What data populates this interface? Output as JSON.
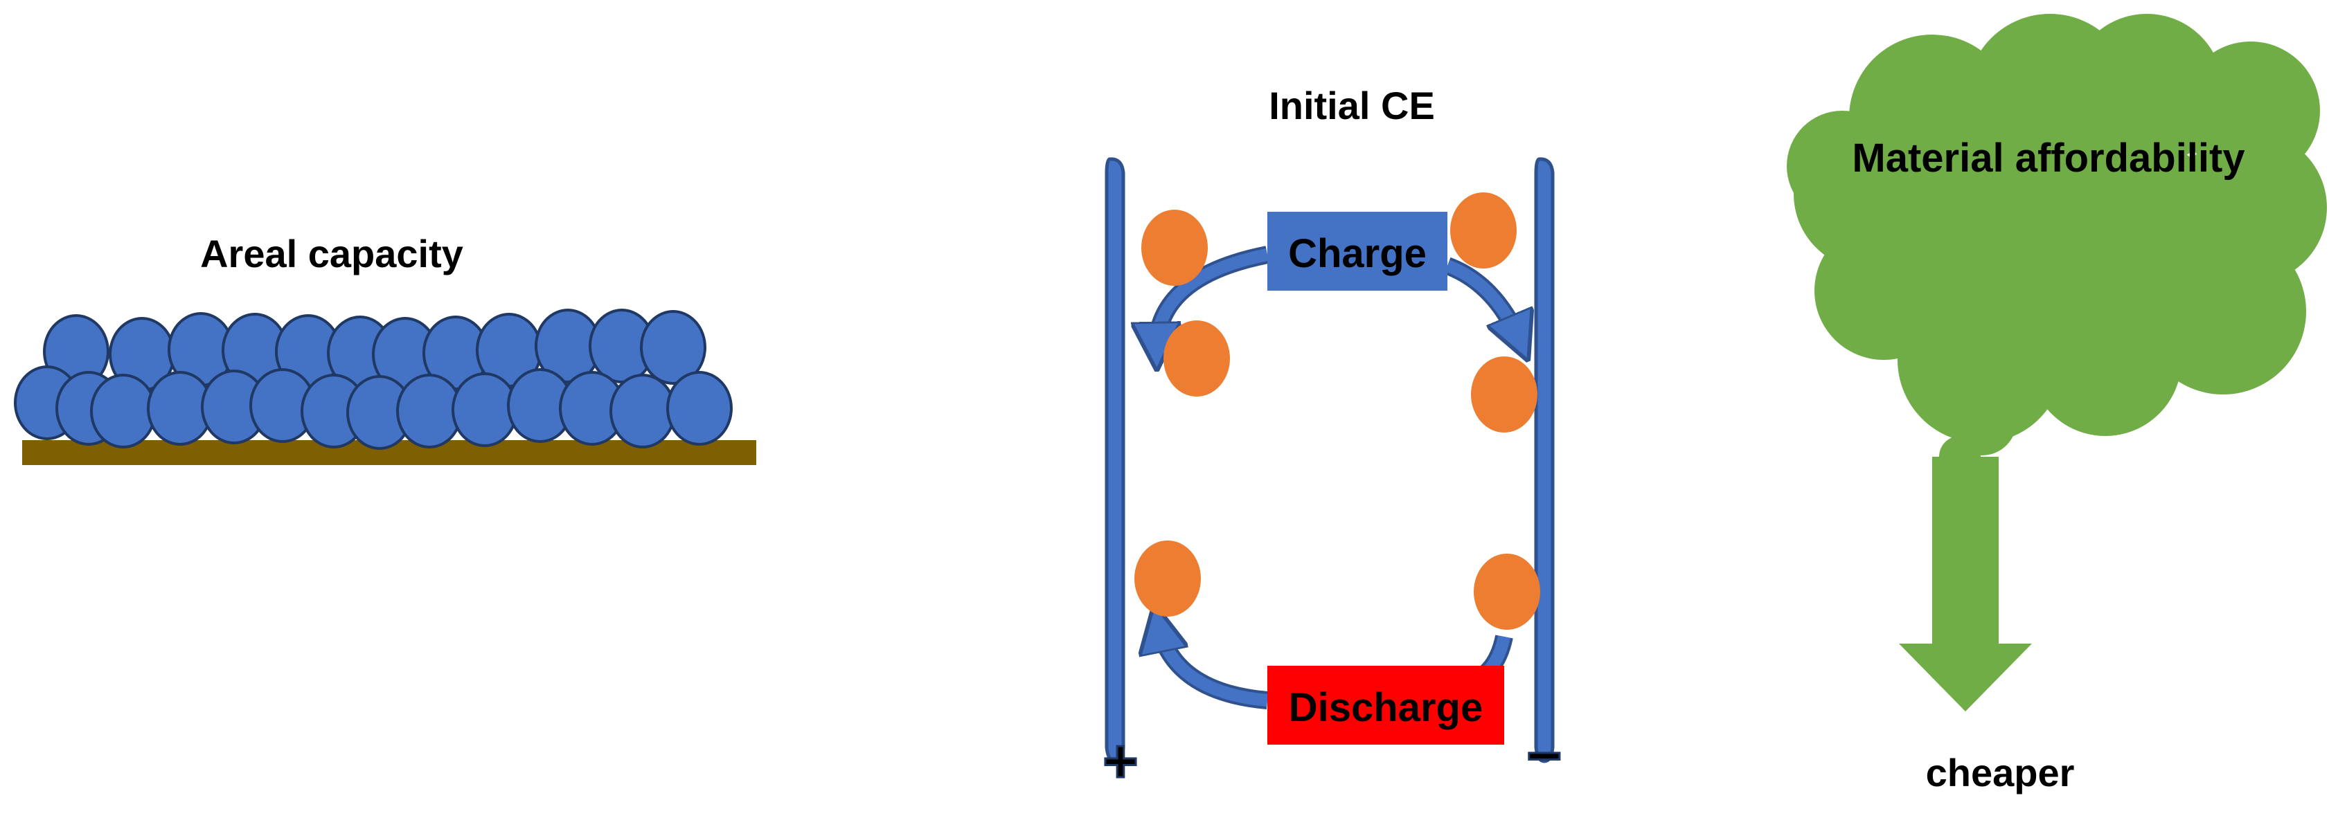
{
  "panels": {
    "areal_capacity": {
      "title": "Areal capacity",
      "particle_color": "#4472C4",
      "substrate_color": "#7F6000"
    },
    "initial_ce": {
      "title": "Initial CE",
      "charge_label": "Charge",
      "discharge_label": "Discharge",
      "positive_symbol": "+",
      "negative_symbol": "−",
      "electrode_color": "#4472C4",
      "ion_color": "#ED7D31",
      "charge_box_color": "#4472C4",
      "discharge_box_color": "#FF0000"
    },
    "material_affordability": {
      "title": "Material affordability",
      "arrow_label": "cheaper",
      "cloud_color": "#70AD47"
    }
  }
}
